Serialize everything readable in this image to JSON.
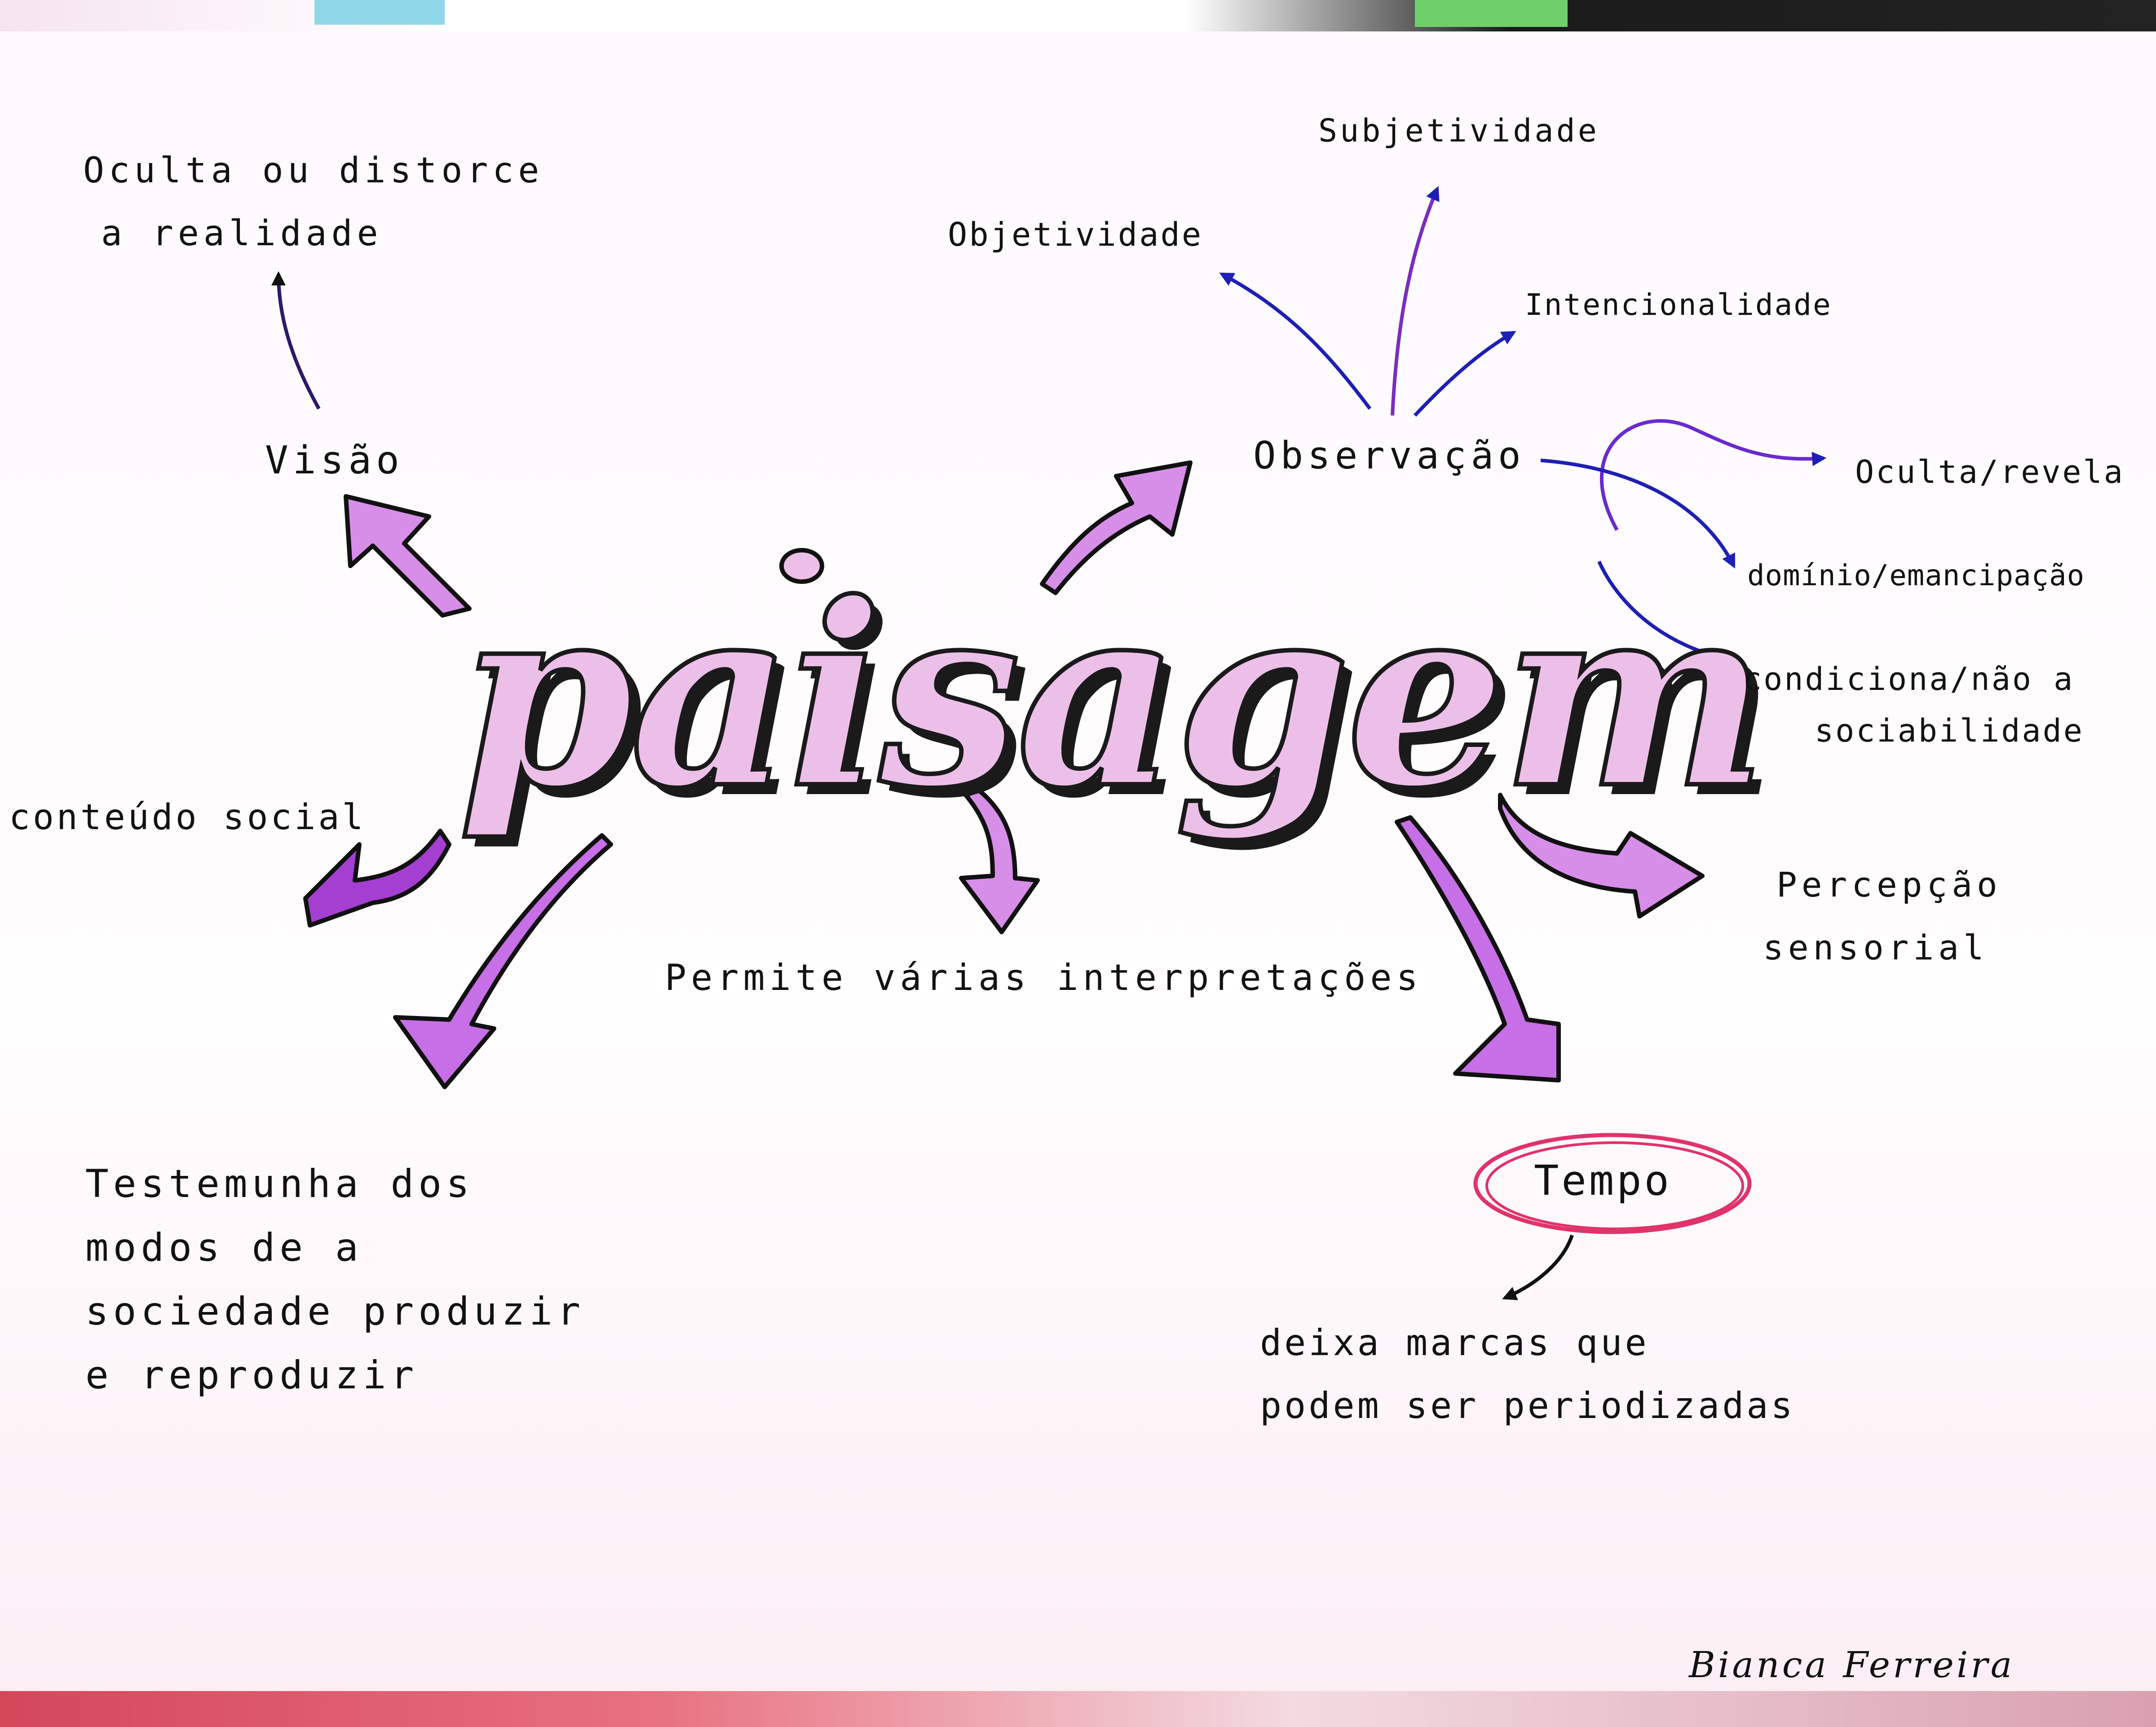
{
  "colors": {
    "arrow_fill": "#d78ee8",
    "arrow_dark": "#9b3fd0",
    "pen_blue": "#1e1fb5",
    "pen_purple": "#7a2dbf",
    "circle_pink": "#e0336a"
  },
  "central": {
    "title": "paisagem"
  },
  "nodes": {
    "visao": "Visão",
    "oculta_distorce": [
      "Oculta ou distorce",
      "a realidade"
    ],
    "conteudo_social": "conteúdo social",
    "testemunha": [
      "Testemunha dos",
      "modos de a",
      "sociedade produzir",
      "e reproduzir"
    ],
    "permite": "Permite várias interpretações",
    "observacao": "Observação",
    "objetividade": "Objetividade",
    "subjetividade": "Subjetividade",
    "intencionalidade": "Intencionalidade",
    "oculta_revela": "Oculta/revela",
    "dominio": "domínio/emancipação",
    "condiciona": [
      "condiciona/não a",
      "sociabilidade"
    ],
    "percepcao": [
      "Percepção",
      "sensorial"
    ],
    "tempo": "Tempo",
    "deixa_marcas": [
      "deixa marcas que",
      "podem ser periodizadas"
    ]
  },
  "author": "Bianca Ferreira"
}
